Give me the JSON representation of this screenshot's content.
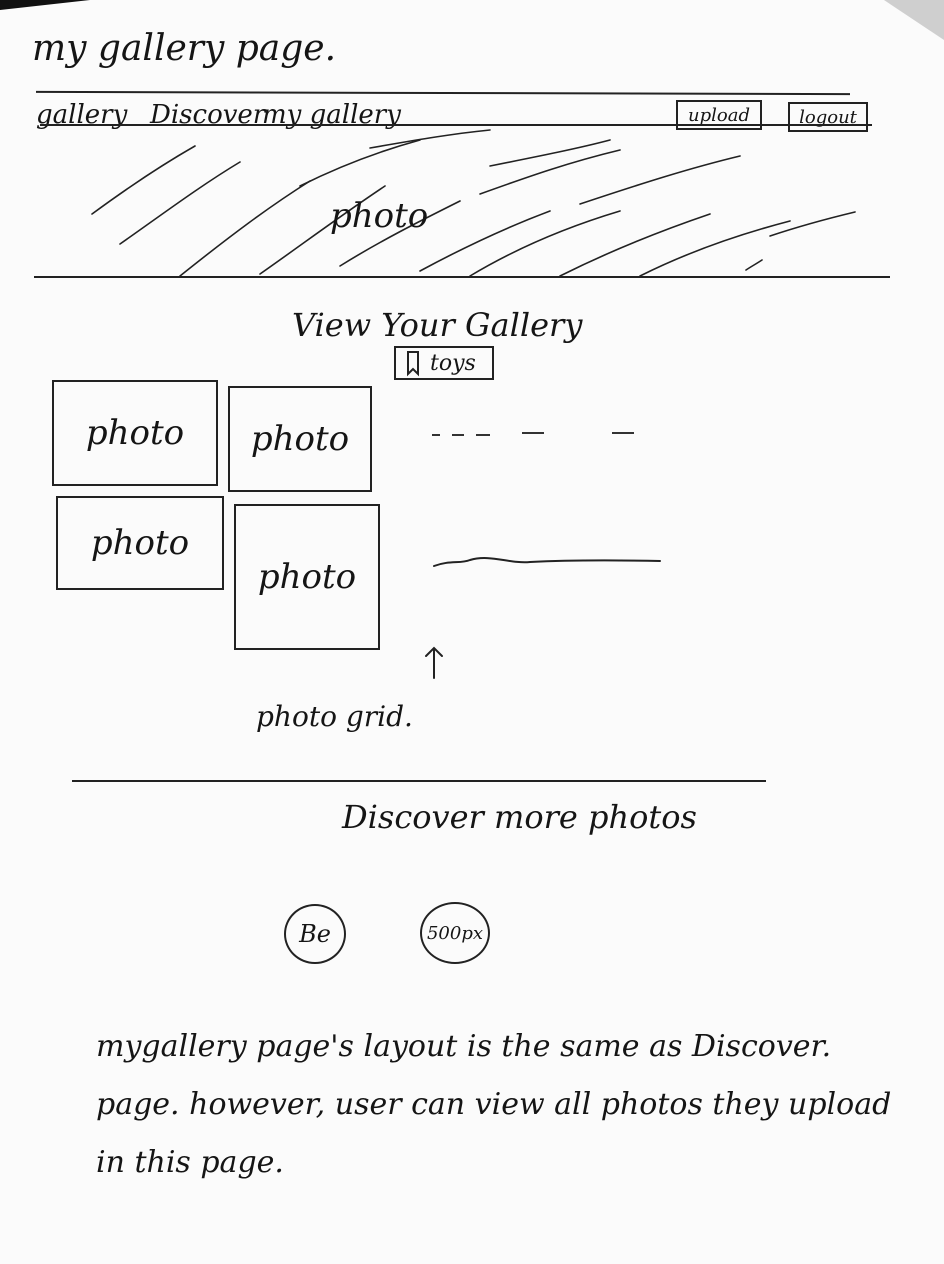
{
  "page_title": "my gallery page.",
  "navbar": {
    "links": [
      "gallery",
      "Discover",
      "my gallery"
    ],
    "upload_label": "upload",
    "logout_label": "logout"
  },
  "hero": {
    "label": "photo"
  },
  "gallery_section": {
    "heading": "View Your Gallery",
    "tag_label": "toys",
    "photos": [
      "photo",
      "photo",
      "photo",
      "photo"
    ],
    "grid_annotation": "photo grid."
  },
  "discover_section": {
    "heading": "Discover more photos",
    "icons": [
      "Be",
      "500px"
    ]
  },
  "note": {
    "lines": [
      "mygallery page's layout is the same as Discover.",
      "page. however, user can view all photos they upload",
      "in this page."
    ]
  }
}
